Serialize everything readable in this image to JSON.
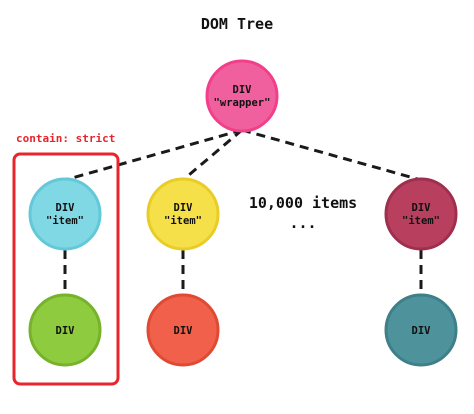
{
  "title": "DOM Tree",
  "annotation": {
    "label": "contain: strict",
    "color": "#e8242c"
  },
  "middle_note": {
    "count_label": "10,000 items",
    "ellipsis": "..."
  },
  "nodes": {
    "root": {
      "line1": "DIV",
      "line2": "\"wrapper\"",
      "fill": "#f0609e",
      "stroke": "#f33f8a"
    },
    "item_a": {
      "line1": "DIV",
      "line2": "\"item\"",
      "fill": "#7fd8e3",
      "stroke": "#63c8d8"
    },
    "item_b": {
      "line1": "DIV",
      "line2": "\"item\"",
      "fill": "#f5e04a",
      "stroke": "#e8cd27"
    },
    "item_c": {
      "line1": "DIV",
      "line2": "\"item\"",
      "fill": "#b8405e",
      "stroke": "#9f2f4e"
    },
    "leaf_a": {
      "line1": "DIV",
      "line2": "",
      "fill": "#8ecb3f",
      "stroke": "#76b22a"
    },
    "leaf_b": {
      "line1": "DIV",
      "line2": "",
      "fill": "#f0604a",
      "stroke": "#e04a33"
    },
    "leaf_c": {
      "line1": "DIV",
      "line2": "",
      "fill": "#4e929c",
      "stroke": "#3e7f89"
    }
  },
  "colors": {
    "text": "#111111",
    "edge": "#1a1a1a"
  }
}
